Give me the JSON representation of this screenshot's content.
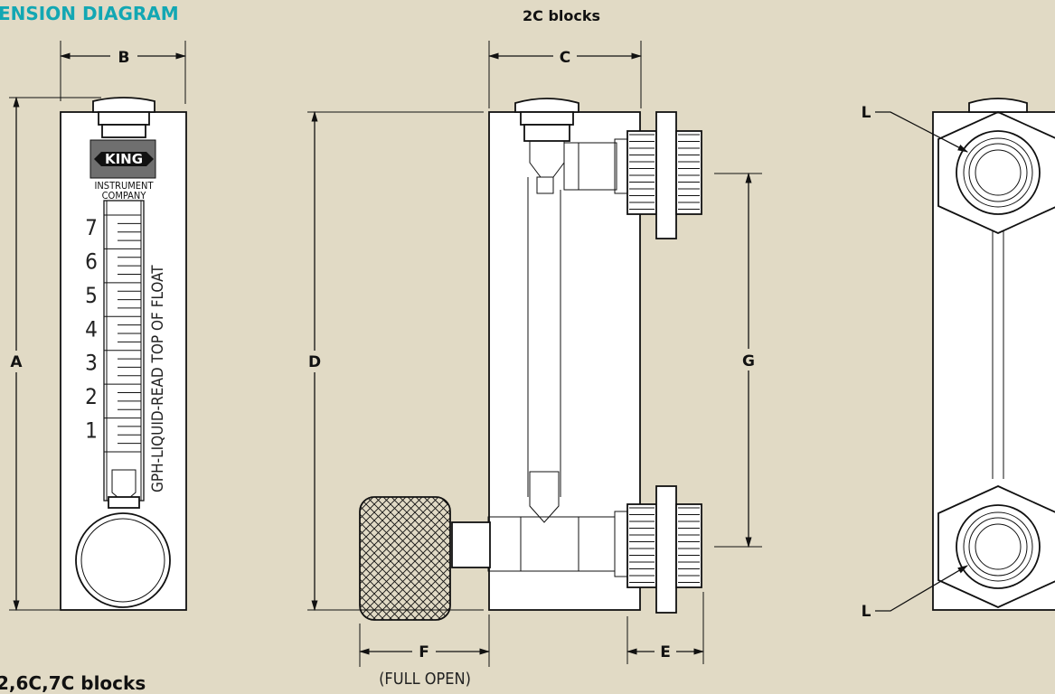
{
  "header": {
    "title": "ENSION DIAGRAM",
    "subtitle": "2C blocks",
    "footer": "2,6C,7C blocks"
  },
  "brand": {
    "logo_text": "KING",
    "company_line1": "INSTRUMENT",
    "company_line2": "COMPANY"
  },
  "scale": {
    "caption": "GPH-LIQUID-READ TOP OF FLOAT",
    "numbers": [
      "7",
      "6",
      "5",
      "4",
      "3",
      "2",
      "1"
    ]
  },
  "dimensions": {
    "A": "A",
    "B": "B",
    "C": "C",
    "D": "D",
    "E": "E",
    "F": "F",
    "G": "G",
    "L_top": "L",
    "L_bottom": "L",
    "F_note": "(FULL OPEN)"
  },
  "colors": {
    "background": "#e1dac5",
    "header_accent": "#12a7b3",
    "body_fill": "#ffffff",
    "line": "#111111"
  }
}
